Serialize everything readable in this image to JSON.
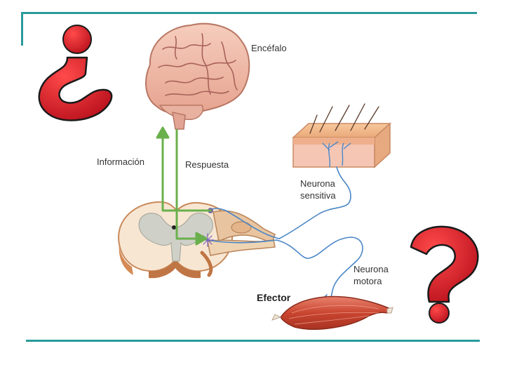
{
  "labels": {
    "encefalo": "Encéfalo",
    "informacion": "Información",
    "respuesta": "Respuesta",
    "neurona_sensitiva_1": "Neurona",
    "neurona_sensitiva_2": "sensitiva",
    "neurona_motora_1": "Neurona",
    "neurona_motora_2": "motora",
    "efector": "Efector"
  },
  "symbols": {
    "open_question": "¿",
    "close_question": "?"
  },
  "colors": {
    "frame": "#2a9a9a",
    "question_red": "#d81e2a",
    "arrow_green": "#6ab04c",
    "nerve_blue": "#4a86c6",
    "brain_pink": "#eeb8a6",
    "muscle_red": "#cc4a3a",
    "skin_tan": "#f0b98e"
  }
}
